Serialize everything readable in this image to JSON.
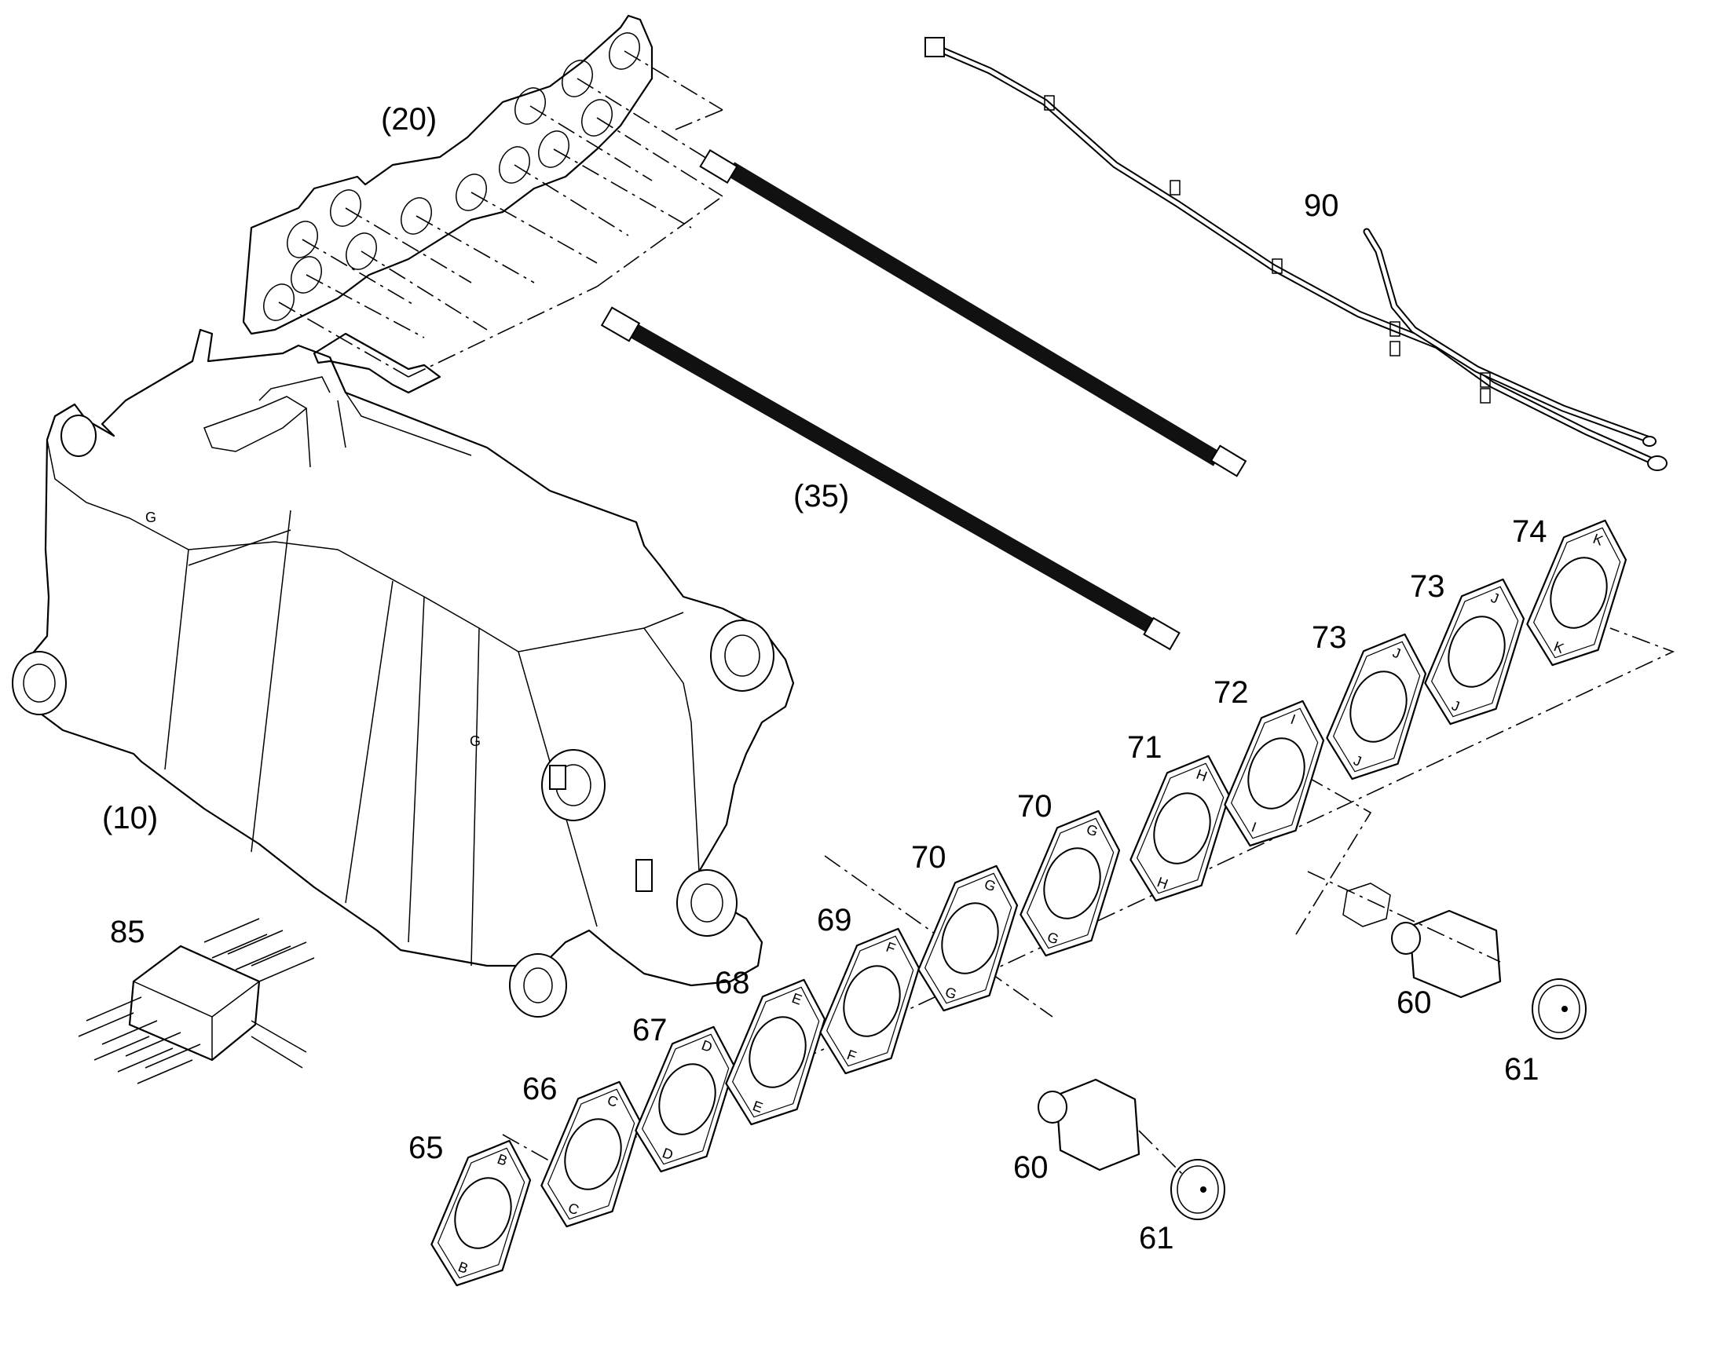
{
  "callouts": {
    "c10": "(10)",
    "c20": "(20)",
    "c35": "(35)",
    "c60a": "60",
    "c60b": "60",
    "c61a": "61",
    "c61b": "61",
    "c65": "65",
    "c66": "66",
    "c67": "67",
    "c68": "68",
    "c69": "69",
    "c70a": "70",
    "c70b": "70",
    "c71": "71",
    "c72": "72",
    "c73a": "73",
    "c73b": "73",
    "c74": "74",
    "c85": "85",
    "c90": "90"
  },
  "gaskets": [
    {
      "item": "65",
      "letter": "B"
    },
    {
      "item": "66",
      "letter": "C"
    },
    {
      "item": "67",
      "letter": "D"
    },
    {
      "item": "68",
      "letter": "E"
    },
    {
      "item": "69",
      "letter": "F"
    },
    {
      "item": "70",
      "letter": "G"
    },
    {
      "item": "70",
      "letter": "G"
    },
    {
      "item": "71",
      "letter": "H"
    },
    {
      "item": "72",
      "letter": "I"
    },
    {
      "item": "73",
      "letter": "J"
    },
    {
      "item": "73",
      "letter": "J"
    },
    {
      "item": "74",
      "letter": "K"
    }
  ],
  "frame_marks": {
    "mark_a": "G",
    "mark_b": "G"
  }
}
